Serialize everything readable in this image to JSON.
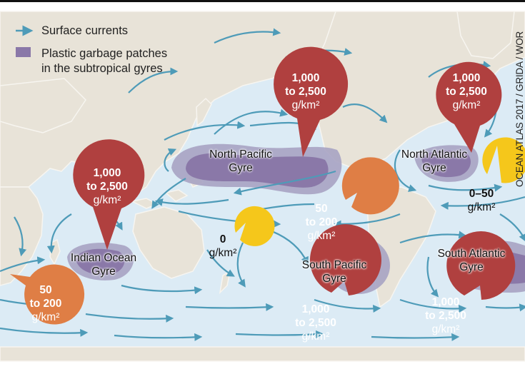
{
  "legend": {
    "currents_label": "Surface currents",
    "patches_label_line1": "Plastic garbage patches",
    "patches_label_line2": "in the subtropical gyres"
  },
  "credit": "OCEAN ATLAS 2017 / GRIDA / WOR",
  "gyres": {
    "north_pacific": [
      "North Pacific",
      "Gyre"
    ],
    "north_atlantic": [
      "North Atlantic",
      "Gyre"
    ],
    "indian_ocean": [
      "Indian Ocean",
      "Gyre"
    ],
    "south_pacific": [
      "South Pacific",
      "Gyre"
    ],
    "south_atlantic": [
      "South Atlantic",
      "Gyre"
    ]
  },
  "bubbles": {
    "north_pacific_high": {
      "line1": "1,000",
      "line2": "to 2,500",
      "unit": "g/km²"
    },
    "north_atlantic_high": {
      "line1": "1,000",
      "line2": "to 2,500",
      "unit": "g/km²"
    },
    "indian_ocean_high": {
      "line1": "1,000",
      "line2": "to 2,500",
      "unit": "g/km²"
    },
    "south_pacific_high": {
      "line1": "1,000",
      "line2": "to 2,500",
      "unit": "g/km²"
    },
    "south_atlantic_high": {
      "line1": "1,000",
      "line2": "to 2,500",
      "unit": "g/km²"
    },
    "pacific_mid": {
      "line1": "50",
      "line2": "to 200",
      "unit": "g/km²"
    },
    "indian_mid": {
      "line1": "50",
      "line2": "to 200",
      "unit": "g/km²"
    },
    "atlantic_low": {
      "line1": "0–50",
      "unit": "g/km²"
    },
    "australia_zero": {
      "line1": "0",
      "unit": "g/km²"
    }
  },
  "colors": {
    "ocean": "#dcebf5",
    "land": "#e8e3d8",
    "land_border": "#f7f5f0",
    "current": "#4e9bb8",
    "patch_outer": "#a7a3c3",
    "patch_inner": "#8a78a8",
    "high": "#b0403f",
    "mid": "#df7e45",
    "low": "#f5c71b"
  }
}
